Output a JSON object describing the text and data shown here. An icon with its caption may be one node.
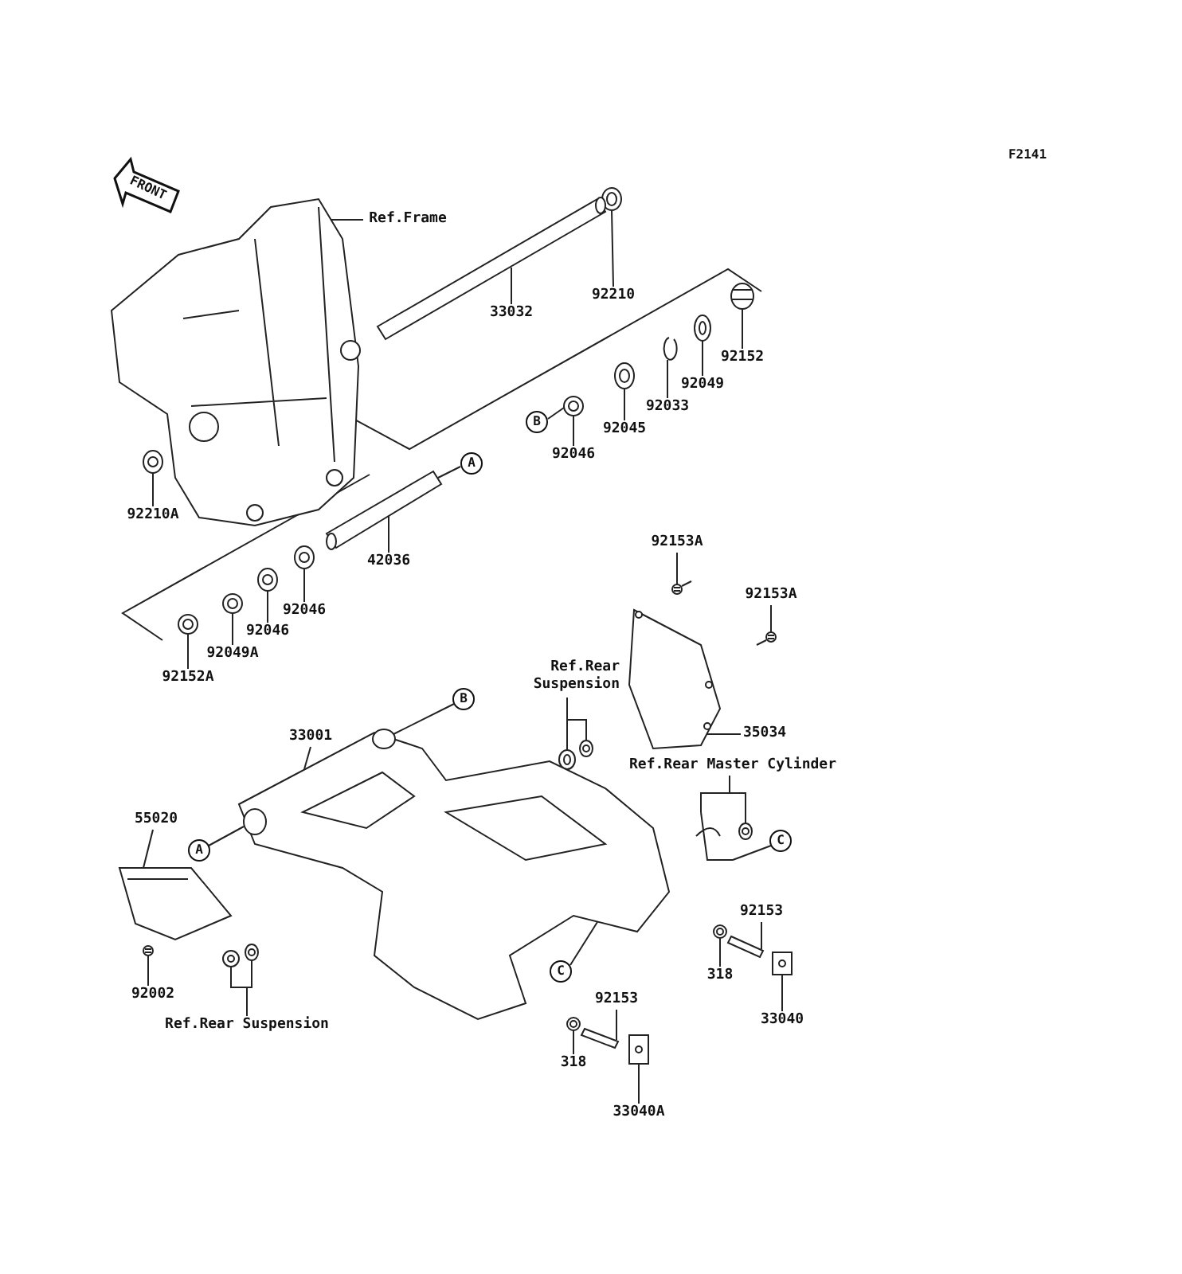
{
  "diagram": {
    "nodes": [
      {
        "text": [
          "Ref.Frame"
        ]
      },
      {
        "text": [
          "92210"
        ]
      },
      {
        "text": [
          "33032"
        ]
      },
      {
        "text": [
          "92152"
        ]
      },
      {
        "text": [
          "92049"
        ]
      },
      {
        "text": [
          "92033"
        ]
      },
      {
        "text": [
          "92045"
        ]
      },
      {
        "text": [
          "B"
        ]
      },
      {
        "text": [
          "92046"
        ]
      },
      {
        "text": [
          "92210A"
        ]
      },
      {
        "text": [
          "A"
        ]
      },
      {
        "text": [
          "42036"
        ]
      },
      {
        "text": [
          "92046"
        ]
      },
      {
        "text": [
          "92046"
        ]
      },
      {
        "text": [
          "92049A"
        ]
      },
      {
        "text": [
          "92152A"
        ]
      },
      {
        "text": [
          "92153A"
        ]
      },
      {
        "text": [
          "92153A"
        ]
      },
      {
        "text": [
          "Ref.Rear Suspension"
        ]
      },
      {
        "text": [
          "B"
        ]
      },
      {
        "text": [
          "33001"
        ]
      },
      {
        "text": [
          "35034"
        ]
      },
      {
        "text": [
          "Ref.Rear Master Cylinder"
        ]
      },
      {
        "text": [
          "C"
        ]
      },
      {
        "text": [
          "55020"
        ]
      },
      {
        "text": [
          "A"
        ]
      },
      {
        "text": [
          "92002"
        ]
      },
      {
        "text": [
          "Ref.Rear Suspension"
        ]
      },
      {
        "text": [
          "C"
        ]
      },
      {
        "text": [
          "92153"
        ]
      },
      {
        "text": [
          "318"
        ]
      },
      {
        "text": [
          "33040"
        ]
      },
      {
        "text": [
          "92153"
        ]
      },
      {
        "text": [
          "318"
        ]
      },
      {
        "text": [
          "33040A"
        ]
      },
      {
        "text": [],
        "shape": "picture"
      },
      {
        "text": [],
        "shape": "picture"
      },
      {
        "text": [],
        "shape": "picture"
      },
      {
        "text": [],
        "shape": "picture"
      },
      {
        "text": [],
        "shape": "picture"
      },
      {
        "text": [],
        "shape": "picture"
      },
      {
        "text": [],
        "shape": "picture"
      },
      {
        "text": [],
        "shape": "picture"
      },
      {
        "text": [],
        "shape": "picture"
      },
      {
        "text": [],
        "shape": "picture"
      },
      {
        "text": [],
        "shape": "picture"
      },
      {
        "text": [],
        "shape": "picture"
      },
      {
        "text": [],
        "shape": "picture"
      },
      {
        "text": [],
        "shape": "picture"
      },
      {
        "text": [],
        "shape": "picture"
      },
      {
        "text": [],
        "shape": "picture"
      },
      {
        "text": [],
        "shape": "picture"
      },
      {
        "text": [],
        "shape": "picture"
      },
      {
        "text": [],
        "shape": "picture"
      },
      {
        "text": [],
        "shape": "picture"
      },
      {
        "text": [],
        "shape": "picture"
      },
      {
        "text": [],
        "shape": "picture"
      },
      {
        "text": [],
        "shape": "picture"
      },
      {
        "text": [],
        "shape": "picture"
      },
      {
        "text": [],
        "shape": "picture"
      },
      {
        "text": [],
        "shape": "picture"
      },
      {
        "text": [],
        "shape": "picture"
      },
      {
        "text": [],
        "shape": "picture"
      },
      {
        "text": [],
        "shape": "picture"
      },
      {
        "text": [],
        "shape": "picture"
      },
      {
        "text": [],
        "shape": "picture"
      },
      {
        "text": [],
        "shape": "picture"
      }
    ],
    "edges": [
      {
        "from": 0,
        "to": 35,
        "arrow": "none"
      },
      {
        "from": 1,
        "to": 36,
        "arrow": "none"
      },
      {
        "from": 2,
        "to": 37,
        "arrow": "none"
      },
      {
        "from": 3,
        "to": 38,
        "arrow": "none"
      },
      {
        "from": 4,
        "to": 39,
        "arrow": "none"
      },
      {
        "from": 5,
        "to": 40,
        "arrow": "none"
      },
      {
        "from": 6,
        "to": 41,
        "arrow": "none"
      },
      {
        "from": 7,
        "to": 42,
        "arrow": "none"
      },
      {
        "from": 8,
        "to": 42,
        "arrow": "none"
      },
      {
        "from": 9,
        "to": 43,
        "arrow": "none"
      },
      {
        "from": 10,
        "to": 44,
        "arrow": "none"
      },
      {
        "from": 11,
        "to": 44,
        "arrow": "none"
      },
      {
        "from": 12,
        "to": 45,
        "arrow": "none"
      },
      {
        "from": 13,
        "to": 46,
        "arrow": "none"
      },
      {
        "from": 14,
        "to": 47,
        "arrow": "none"
      },
      {
        "from": 15,
        "to": 48,
        "arrow": "none"
      },
      {
        "from": 16,
        "to": 49,
        "arrow": "none"
      },
      {
        "from": 17,
        "to": 50,
        "arrow": "none"
      },
      {
        "from": 18,
        "to": 51,
        "arrow": "none"
      },
      {
        "from": 18,
        "to": 52,
        "arrow": "none"
      },
      {
        "from": 19,
        "to": 53,
        "arrow": "none"
      },
      {
        "from": 20,
        "to": 53,
        "arrow": "none"
      },
      {
        "from": 21,
        "to": 54,
        "arrow": "none"
      },
      {
        "from": 22,
        "to": 55,
        "arrow": "none"
      },
      {
        "from": 22,
        "to": 56,
        "arrow": "none"
      },
      {
        "from": 23,
        "to": 55,
        "arrow": "none"
      },
      {
        "from": 24,
        "to": 57,
        "arrow": "none"
      },
      {
        "from": 25,
        "to": 53,
        "arrow": "none"
      },
      {
        "from": 26,
        "to": 58,
        "arrow": "none"
      },
      {
        "from": 27,
        "to": 59,
        "arrow": "none"
      },
      {
        "from": 27,
        "to": 60,
        "arrow": "none"
      },
      {
        "from": 28,
        "to": 53,
        "arrow": "none"
      },
      {
        "from": 29,
        "to": 62,
        "arrow": "none"
      },
      {
        "from": 30,
        "to": 61,
        "arrow": "none"
      },
      {
        "from": 31,
        "to": 63,
        "arrow": "none"
      },
      {
        "from": 32,
        "to": 65,
        "arrow": "none"
      },
      {
        "from": 33,
        "to": 64,
        "arrow": "none"
      },
      {
        "from": 34,
        "to": 66,
        "arrow": "none"
      }
    ],
    "labels": [
      "F2141",
      "FRONT"
    ]
  }
}
